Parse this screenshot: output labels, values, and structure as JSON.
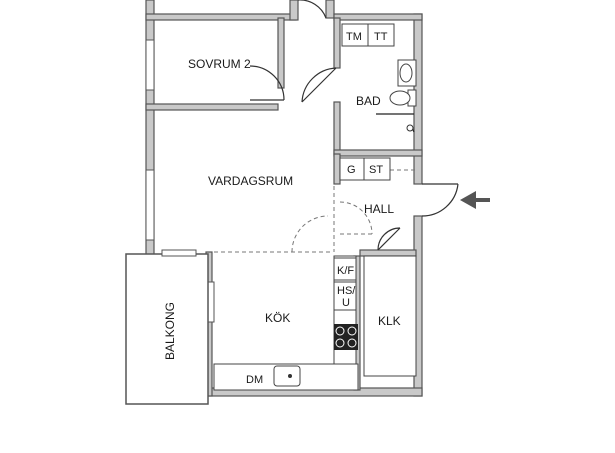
{
  "rooms": {
    "sovrum2": "SOVRUM 2",
    "bad": "BAD",
    "vardagsrum": "VARDAGSRUM",
    "hall": "HALL",
    "kok": "KÖK",
    "klk": "KLK",
    "balkong": "BALKONG"
  },
  "fixtures": {
    "tm": "TM",
    "tt": "TT",
    "g": "G",
    "st": "ST",
    "kf": "K/F",
    "hs": "HS/",
    "u": "U",
    "dm": "DM"
  },
  "colors": {
    "wall": "#c9c9c9",
    "arrow": "#555555"
  },
  "icons": [
    "entrance-arrow-icon",
    "stove-icon",
    "sink-icon",
    "toilet-icon",
    "washbasin-icon"
  ]
}
